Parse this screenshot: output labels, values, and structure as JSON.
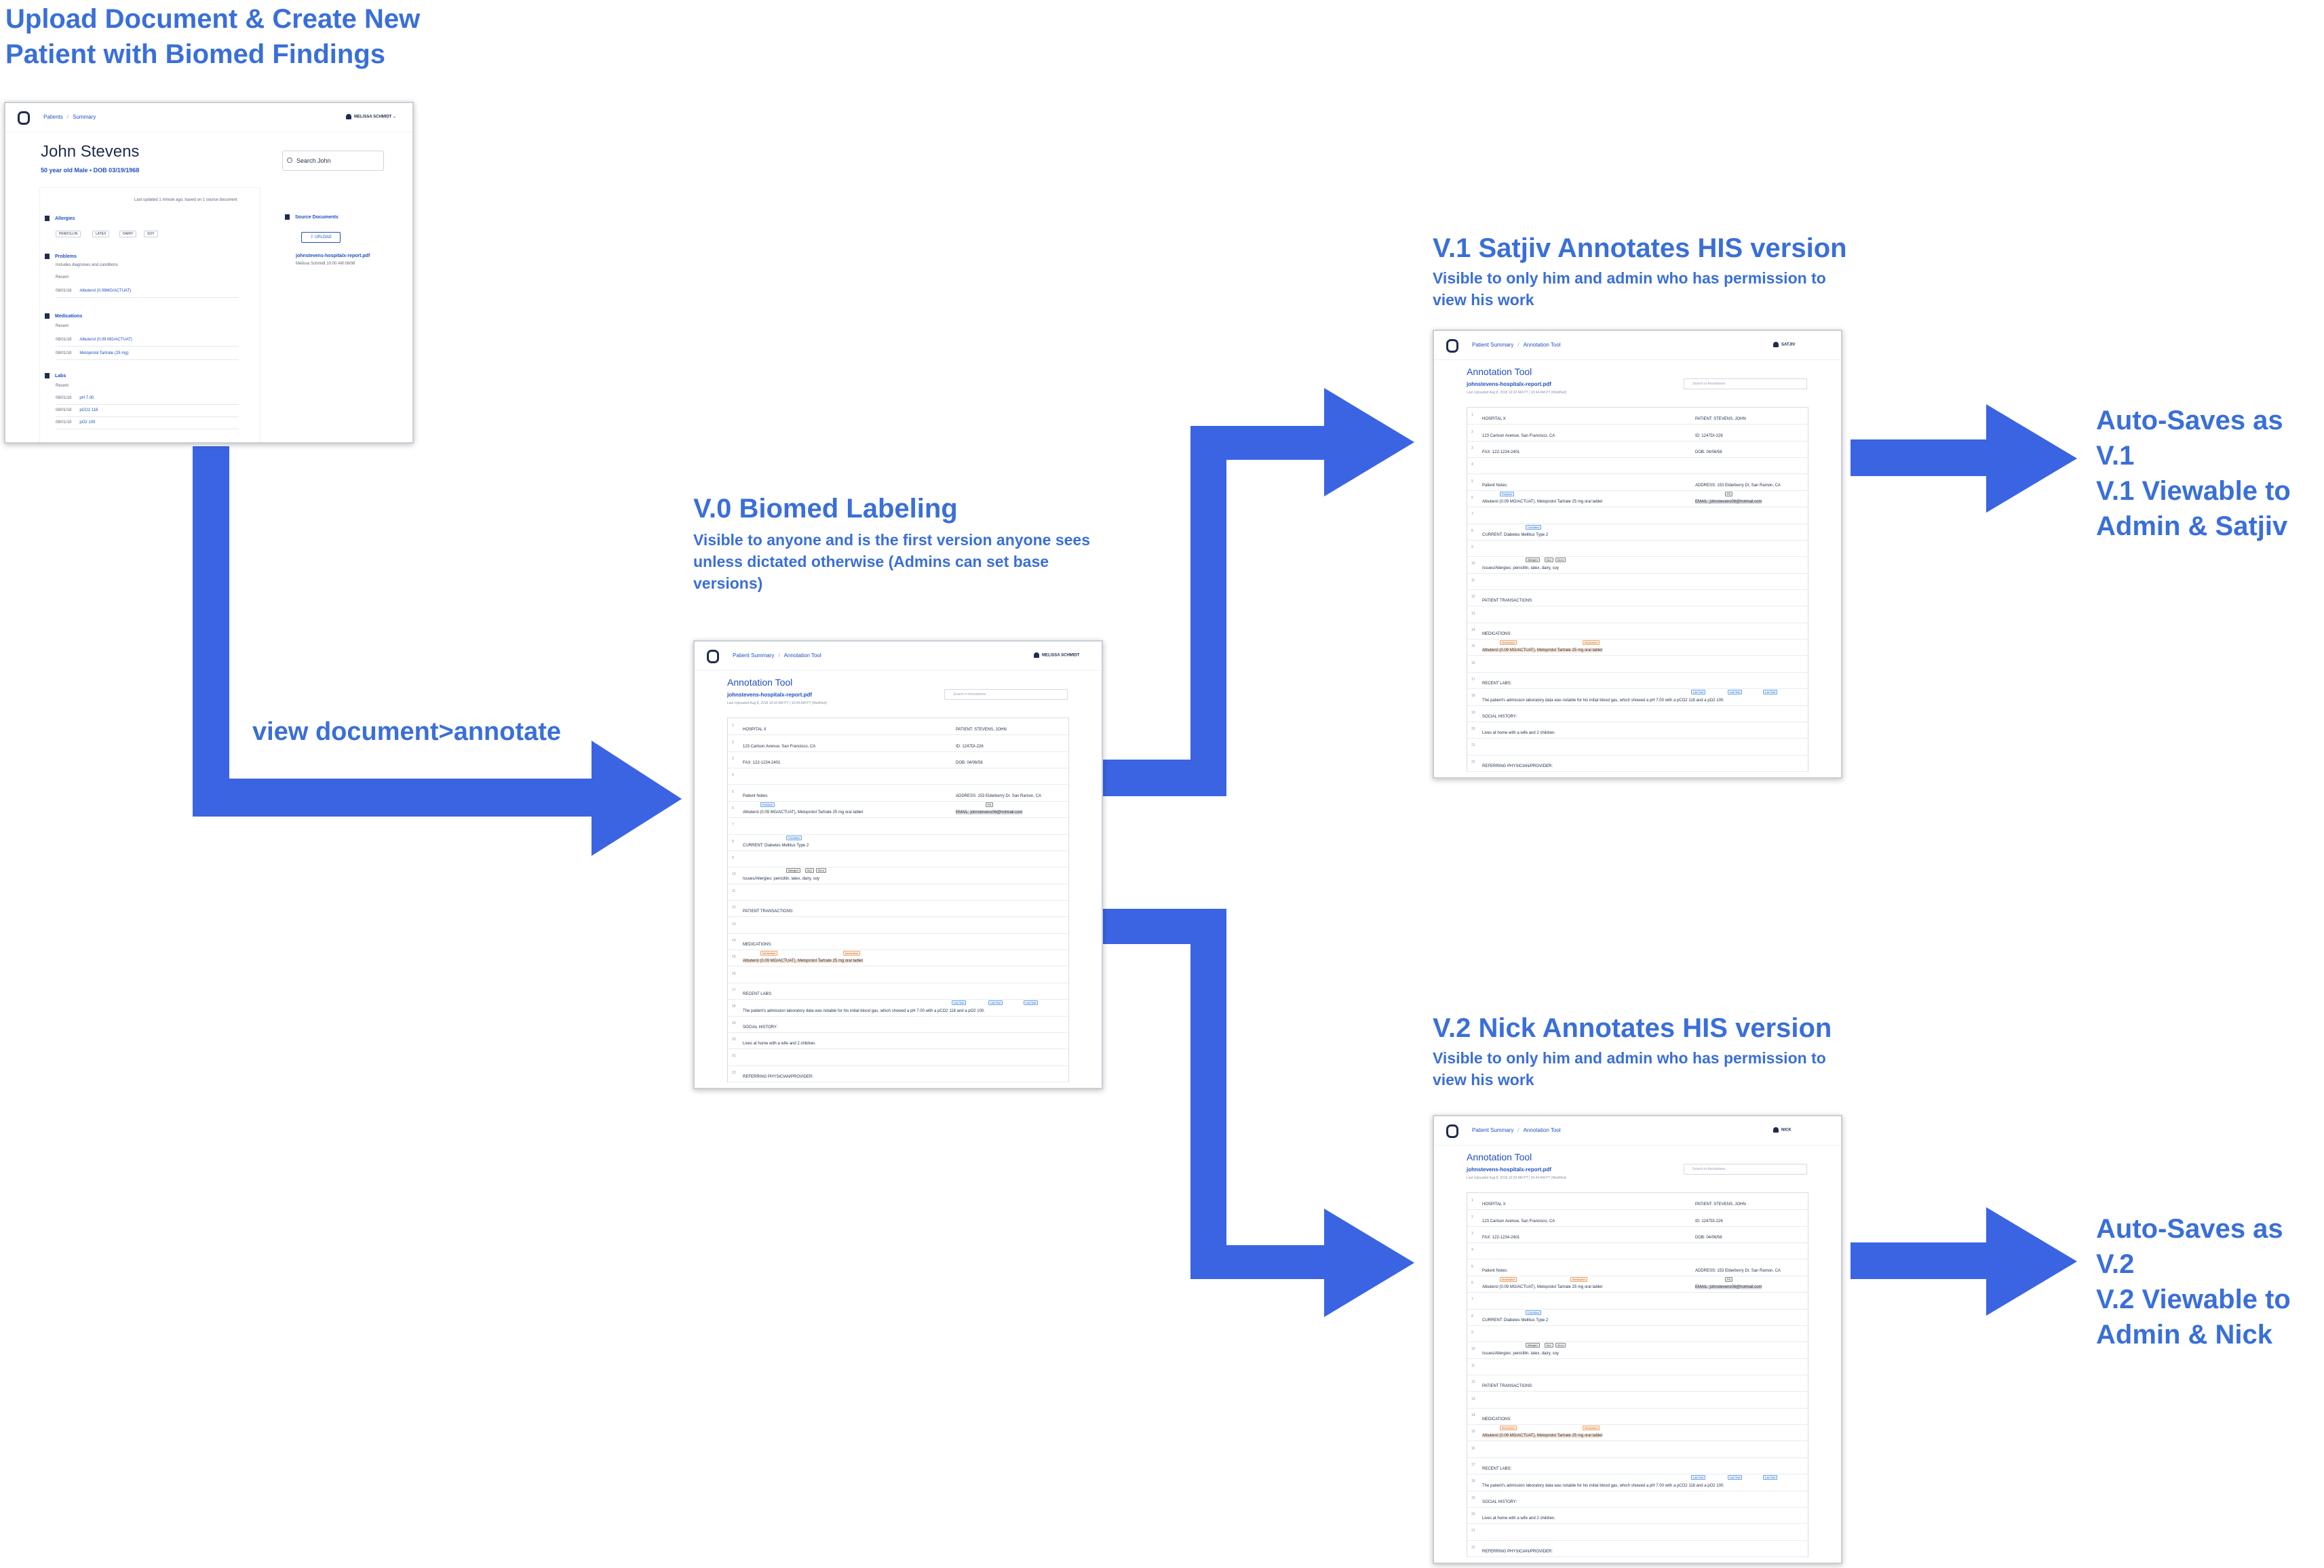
{
  "headings": {
    "upload": [
      "Upload Document & Create New",
      "Patient with Biomed Findings"
    ],
    "v0_title": "V.0 Biomed Labeling",
    "v0_desc": [
      "Visible to anyone and is the first version anyone sees",
      "unless dictated otherwise (Admins can set base",
      "versions)"
    ],
    "v1_title": "V.1 Satjiv Annotates HIS version",
    "v1_desc": [
      "Visible to only him and admin who has permission to",
      "view his work"
    ],
    "v2_title": "V.2 Nick Annotates HIS version",
    "v2_desc": [
      "Visible to only him and admin who has permission to",
      "view his work"
    ],
    "flow_label": "view document>annotate",
    "v1_result": [
      "Auto-Saves as V.1",
      "V.1 Viewable to",
      "Admin & Satjiv"
    ],
    "v2_result": [
      "Auto-Saves as V.2",
      "V.2 Viewable to",
      "Admin & Nick"
    ]
  },
  "patient_summary": {
    "breadcrumb": [
      "Patients",
      "Summary"
    ],
    "user": "MELISSA SCHMIDT",
    "name": "John Stevens",
    "meta": "50 year old Male • DOB 03/19/1968",
    "search_placeholder": "Search John",
    "last_updated": "Last updated 1 minute ago, based on 1 source document",
    "allergies_label": "Allergies",
    "allergies": [
      "PENICILLIN",
      "LATEX",
      "DAIRY",
      "SOY"
    ],
    "problems_label": "Problems",
    "problems_sub": "Includes diagnoses and conditions",
    "problems_recent": "Recent",
    "problems": [
      {
        "date": "08/01/18",
        "name": "Albuterol (0.09MG/ACTUAT)"
      }
    ],
    "medications_label": "Medications",
    "medications_recent": "Recent",
    "medications": [
      {
        "date": "08/01/18",
        "name": "Albuterol (0.09 MG/ACTUAT)"
      },
      {
        "date": "08/01/18",
        "name": "Metoprolol Tartrate (25 mg)"
      }
    ],
    "labs_label": "Labs",
    "labs_recent": "Recent",
    "labs": [
      {
        "date": "08/01/18",
        "name": "pH 7.00"
      },
      {
        "date": "08/01/18",
        "name": "pCO2 118"
      },
      {
        "date": "08/01/18",
        "name": "pO2 100"
      }
    ],
    "source_docs_label": "Source Documents",
    "upload_label": "UPLOAD",
    "source_file": "johnstevens-hospitalx-report.pdf",
    "source_file_sub": "Melissa Schmidt 10:00 AM 08/08"
  },
  "annotation_tool": {
    "breadcrumb": [
      "Patient Summary",
      "Annotation Tool"
    ],
    "title": "Annotation Tool",
    "file": "johnstevens-hospitalx-report.pdf",
    "file_sub": "Last Uploaded Aug 8, 2018 10:32 AM PT | 10:44 AM PT (Modified)",
    "search_placeholder": "Search in Annotations",
    "user_v0": "MELISSA SCHMIDT",
    "user_v1": "SATJIV",
    "user_v2": "NICK",
    "lines": [
      {
        "n": "1",
        "text": "HOSPITAL X",
        "right": "PATIENT: STEVENS, JOHN"
      },
      {
        "n": "2",
        "text": "123 Carlson Avenue, San Francisco, CA",
        "right": "ID: 1247DI-226"
      },
      {
        "n": "3",
        "text": "FAX: 122-1234-2401",
        "right": "DOB: 04/06/56"
      },
      {
        "n": "4",
        "text": "",
        "right": ""
      },
      {
        "n": "5",
        "text": "Patient Notes:",
        "right": "ADDRESS: 153 Elderberry Dr, San Ramon, CA"
      },
      {
        "n": "6",
        "text": "Albuterol (0.09 MG/ACTUAT), Metoprolol Tartrate 25 mg oral tablet",
        "right": "EMAIL: johnstevens06@hotmail.com"
      },
      {
        "n": "7",
        "text": "",
        "right": ""
      },
      {
        "n": "8",
        "text": "CURRENT: Diabetes Mellitus Type 2",
        "right": ""
      },
      {
        "n": "9",
        "text": "",
        "right": ""
      },
      {
        "n": "10",
        "text": "Issues/Allergies: penicillin, latex, dairy, soy",
        "right": ""
      },
      {
        "n": "11",
        "text": "",
        "right": ""
      },
      {
        "n": "12",
        "text": "PATIENT TRANSACTIONS:",
        "right": ""
      },
      {
        "n": "13",
        "text": "",
        "right": ""
      },
      {
        "n": "14",
        "text": "MEDICATIONS:",
        "right": ""
      },
      {
        "n": "15",
        "text": "Albuterol (0.09 MG/ACTUAT), Metoprolol Tartrate 25 mg oral tablet",
        "right": ""
      },
      {
        "n": "16",
        "text": "",
        "right": ""
      },
      {
        "n": "17",
        "text": "RECENT LABS:",
        "right": ""
      },
      {
        "n": "18",
        "text": "The patient's admission laboratory data was notable for his initial blood gas, which showed a pH 7.00 with a pCO2 118 and a pO2 100.",
        "right": ""
      },
      {
        "n": "19",
        "text": "SOCIAL HISTORY:",
        "right": ""
      },
      {
        "n": "20",
        "text": "Lives at home with a wife and 2 children.",
        "right": ""
      },
      {
        "n": "21",
        "text": "",
        "right": ""
      },
      {
        "n": "22",
        "text": "REFERRING PHYSICIAN/PROVIDER:",
        "right": ""
      }
    ],
    "tags": {
      "problem": "Problem",
      "condition": "Condition",
      "allergen": "Allergen",
      "all": "ALL",
      "alls": "ALLs",
      "medication": "Medication",
      "lab_test": "Lab Test",
      "pii": "PII"
    }
  }
}
